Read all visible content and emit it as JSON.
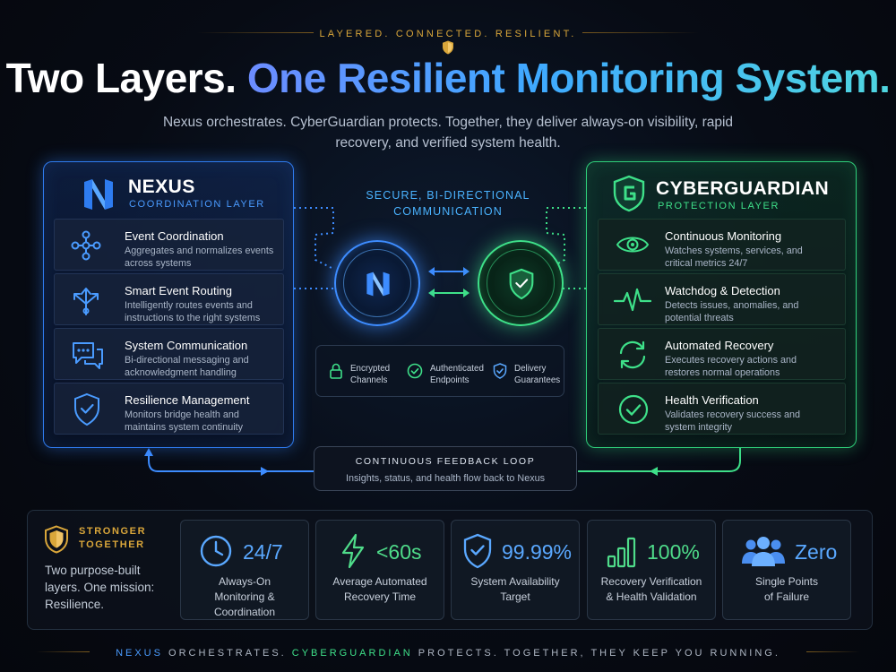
{
  "header": {
    "tagline": "LAYERED. CONNECTED. RESILIENT.",
    "title_part1": "Two Layers.",
    "title_part2": "One Resilient Monitoring System.",
    "subtitle": "Nexus orchestrates. CyberGuardian protects. Together, they deliver always-on visibility, rapid recovery, and verified system health."
  },
  "nexus": {
    "name": "NEXUS",
    "layer": "COORDINATION LAYER",
    "color": "#2f7cf0",
    "items": [
      {
        "icon": "network-nodes-icon",
        "title": "Event Coordination",
        "desc": "Aggregates and normalizes events across systems"
      },
      {
        "icon": "routing-arrows-icon",
        "title": "Smart Event Routing",
        "desc": "Intelligently routes events and instructions to the right systems"
      },
      {
        "icon": "chat-bubbles-icon",
        "title": "System Communication",
        "desc": "Bi-directional messaging and acknowledgment handling"
      },
      {
        "icon": "shield-check-icon",
        "title": "Resilience Management",
        "desc": "Monitors bridge health and maintains system continuity"
      }
    ]
  },
  "cyberguardian": {
    "name": "CYBERGUARDIAN",
    "layer": "PROTECTION LAYER",
    "color": "#2fcf7a",
    "items": [
      {
        "icon": "eye-icon",
        "title": "Continuous Monitoring",
        "desc": "Watches systems, services, and critical metrics 24/7"
      },
      {
        "icon": "heartbeat-icon",
        "title": "Watchdog & Detection",
        "desc": "Detects issues, anomalies, and potential threats"
      },
      {
        "icon": "recovery-arrows-icon",
        "title": "Automated Recovery",
        "desc": "Executes recovery actions and restores normal operations"
      },
      {
        "icon": "check-circle-icon",
        "title": "Health Verification",
        "desc": "Validates recovery success and system integrity"
      }
    ]
  },
  "center": {
    "comm_label_line1": "SECURE, BI-DIRECTIONAL",
    "comm_label_line2": "COMMUNICATION",
    "features": [
      {
        "icon": "lock-icon",
        "label_line1": "Encrypted",
        "label_line2": "Channels"
      },
      {
        "icon": "check-circle-icon",
        "label_line1": "Authenticated",
        "label_line2": "Endpoints"
      },
      {
        "icon": "shield-check-icon",
        "label_line1": "Delivery",
        "label_line2": "Guarantees"
      }
    ],
    "feedback_title": "CONTINUOUS FEEDBACK LOOP",
    "feedback_sub": "Insights, status, and health flow back to Nexus"
  },
  "bottom": {
    "stronger_line1": "STRONGER",
    "stronger_line2": "TOGETHER",
    "stronger_desc_line1": "Two purpose-built",
    "stronger_desc_line2": "layers. One mission:",
    "stronger_desc_line3": "Resilience.",
    "stats": [
      {
        "icon": "clock-icon",
        "value": "24/7",
        "label_line1": "Always-On",
        "label_line2": "Monitoring &",
        "label_line3": "Coordination",
        "color": "#5aa8ff"
      },
      {
        "icon": "lightning-icon",
        "value": "<60s",
        "label_line1": "Average Automated",
        "label_line2": "Recovery Time",
        "label_line3": "",
        "color": "#4fdc8a"
      },
      {
        "icon": "shield-check-icon",
        "value": "99.99%",
        "label_line1": "System Availability",
        "label_line2": "Target",
        "label_line3": "",
        "color": "#5aa8ff"
      },
      {
        "icon": "bar-chart-icon",
        "value": "100%",
        "label_line1": "Recovery Verification",
        "label_line2": "& Health Validation",
        "label_line3": "",
        "color": "#4fdc8a"
      },
      {
        "icon": "users-icon",
        "value": "Zero",
        "label_line1": "Single Points",
        "label_line2": "of Failure",
        "label_line3": "",
        "color": "#5aa8ff"
      }
    ]
  },
  "footer": {
    "w1": "NEXUS",
    "w2": " ORCHESTRATES. ",
    "w3": "CYBERGUARDIAN",
    "w4": " PROTECTS. TOGETHER, THEY KEEP YOU RUNNING."
  }
}
